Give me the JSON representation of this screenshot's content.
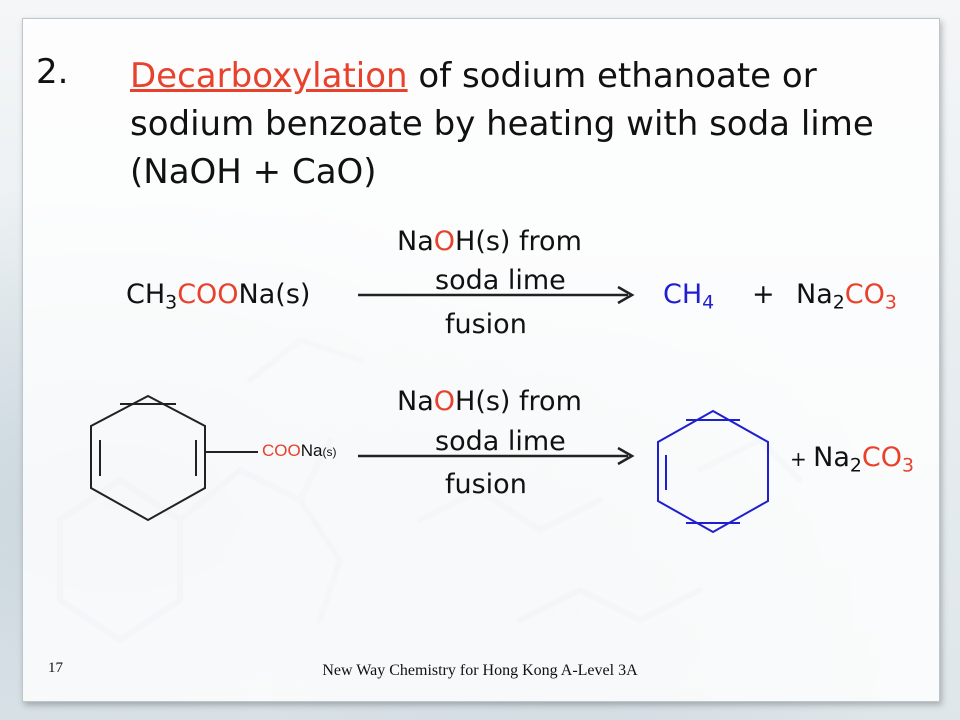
{
  "title": {
    "number": "2.",
    "keyword": "Decarboxylation",
    "rest_line1": " of sodium ethanoate or",
    "line2": "sodium benzoate by heating with soda lime",
    "line3": "(NaOH + CaO)"
  },
  "reaction1": {
    "reagent_main": "CH",
    "reagent_sub": "3",
    "reagent_red": "COO",
    "reagent_tail": "Na(s)",
    "cond_na": "Na",
    "cond_o": "O",
    "cond_rest": "H(s) from",
    "cond_line2": "soda lime",
    "cond_below": "fusion",
    "product1_main": "CH",
    "product1_sub": "4",
    "plus": "+",
    "product2_na": "Na",
    "product2_sub": "2",
    "product2_co": "CO",
    "product2_sub2": "3"
  },
  "reaction2": {
    "substituent_red": "COO",
    "substituent_tail": "Na",
    "substituent_state": "(s)",
    "cond_na": "Na",
    "cond_o": "O",
    "cond_rest": "H(s) from",
    "cond_line2": "soda lime",
    "cond_below": "fusion",
    "product_plus": "+ ",
    "product_na": "Na",
    "product_sub": "2",
    "product_co": "CO",
    "product_sub2": "3"
  },
  "footer": {
    "page": "17",
    "text": "New Way Chemistry for Hong Kong A-Level 3A"
  },
  "colors": {
    "accent_red": "#e8412c",
    "benzene_blue": "#1f1fd0"
  }
}
